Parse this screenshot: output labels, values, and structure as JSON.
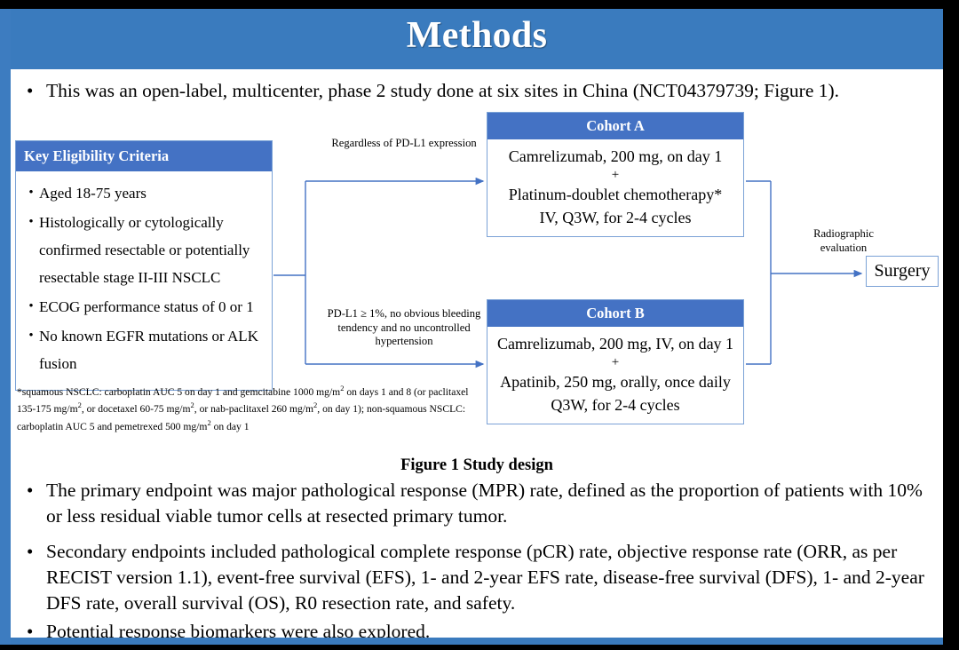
{
  "slide": {
    "title": "Methods",
    "accent_blue": "#4472c4",
    "banner_blue": "#3a7bbe",
    "border_blue": "#7ba2d6",
    "frame_color": "#000000",
    "background": "#ffffff"
  },
  "intro_bullet": {
    "marker": "•",
    "text": "This was an open-label, multicenter, phase 2 study done at six sites in China (NCT04379739; Figure 1)."
  },
  "figure": {
    "caption": "Figure 1 Study design",
    "eligibility": {
      "header": "Key  Eligibility Criteria",
      "marker": "•",
      "items": [
        "Aged 18-75 years",
        "Histologically or cytologically confirmed resectable or potentially resectable stage II-III  NSCLC",
        "ECOG performance status of 0 or 1",
        "No known EGFR mutations or ALK fusion"
      ]
    },
    "footnote": "*squamous NSCLC: carboplatin AUC 5 on day 1 and gemcitabine 1000 mg/m2 on days 1 and 8 (or paclitaxel 135-175  mg/m2, or docetaxel 60-75 mg/m2, or nab-paclitaxel 260 mg/m2, on day 1); non-squamous NSCLC: carboplatin AUC 5 and pemetrexed 500 mg/m2 on day 1",
    "cohort_a": {
      "header": "Cohort A",
      "line1": "Camrelizumab, 200 mg, on day 1",
      "plus": "+",
      "line2": "Platinum-doublet chemotherapy*",
      "line3": "IV, Q3W, for 2-4 cycles"
    },
    "cohort_b": {
      "header": "Cohort B",
      "line1": "Camrelizumab, 200 mg, IV, on day 1",
      "plus": "+",
      "line2": "Apatinib, 250 mg, orally, once daily",
      "line3": "Q3W, for 2-4 cycles"
    },
    "connector_labels": {
      "to_cohort_a": "Regardless  of PD-L1 expression",
      "to_cohort_b": "PD-L1 ≥ 1%, no obvious bleeding tendency  and no uncontrolled  hypertension",
      "to_surgery": "Radiographic evaluation"
    },
    "surgery": {
      "label": "Surgery"
    }
  },
  "body_bullets": [
    {
      "marker": "•",
      "text": "The primary endpoint was major pathological response (MPR) rate, defined as the proportion of patients with 10% or less residual viable tumor cells at resected primary tumor."
    },
    {
      "marker": "•",
      "text": "Secondary endpoints included pathological complete response (pCR) rate, objective response rate (ORR, as per RECIST version 1.1), event-free survival (EFS), 1- and 2-year EFS rate, disease-free survival (DFS), 1- and 2-year DFS rate, overall survival (OS), R0 resection rate, and safety."
    },
    {
      "marker": "•",
      "text": "Potential response biomarkers were also explored."
    }
  ]
}
